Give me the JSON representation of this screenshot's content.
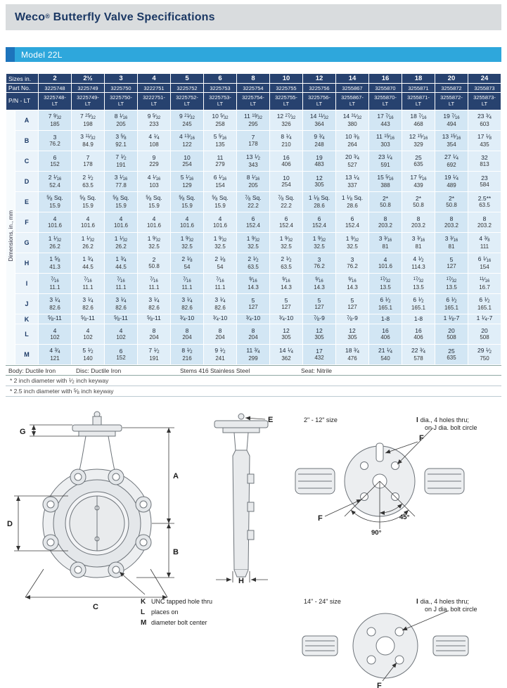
{
  "page": {
    "title_brand": "Weco",
    "title_reg": "®",
    "title_rest": " Butterfly Valve Specifications",
    "model": "Model 22L"
  },
  "table": {
    "left_label": "Dimensions, in., mm",
    "header": {
      "sizes_label": "Sizes in.",
      "part_label": "Part No.",
      "pn_lt_label": "P/N - LT",
      "sizes": [
        "2",
        "2½",
        "3",
        "4",
        "5",
        "6",
        "8",
        "10",
        "12",
        "14",
        "16",
        "18",
        "20",
        "24"
      ],
      "part_numbers": [
        "3225748",
        "3225749",
        "3225750",
        "3222751",
        "3225752",
        "3225753",
        "3225754",
        "3225755",
        "3225756",
        "3255867",
        "3255870",
        "3255871",
        "3255872",
        "3255873"
      ],
      "pn_lt": [
        "3225748-LT",
        "3225749-LT",
        "3225750-LT",
        "3222751-LT",
        "3225752-LT",
        "3225753-LT",
        "3225754-LT",
        "3225755-LT",
        "3225756-LT",
        "3255867-LT",
        "3255870-LT",
        "3255871-LT",
        "3255872-LT",
        "3255873-LT"
      ]
    },
    "rows": [
      {
        "dim": "A",
        "values": [
          [
            "7 9/32",
            "185"
          ],
          [
            "7 25/32",
            "198"
          ],
          [
            "8 1/16",
            "205"
          ],
          [
            "9 5/32",
            "233"
          ],
          [
            "9 21/32",
            "245"
          ],
          [
            "10 5/32",
            "258"
          ],
          [
            "11 19/32",
            "295"
          ],
          [
            "12 27/32",
            "326"
          ],
          [
            "14 11/32",
            "364"
          ],
          [
            "14 31/32",
            "380"
          ],
          [
            "17 7/16",
            "443"
          ],
          [
            "18 7/16",
            "468"
          ],
          [
            "19 7/16",
            "494"
          ],
          [
            "23 3/4",
            "603"
          ]
        ]
      },
      {
        "dim": "B",
        "values": [
          [
            "3",
            "76.2"
          ],
          [
            "3 11/32",
            "84.9"
          ],
          [
            "3 5/8",
            "92.1"
          ],
          [
            "4 1/4",
            "108"
          ],
          [
            "4 13/16",
            "122"
          ],
          [
            "5 5/16",
            "135"
          ],
          [
            "7",
            "178"
          ],
          [
            "8 1/4",
            "210"
          ],
          [
            "9 3/4",
            "248"
          ],
          [
            "10 3/8",
            "264"
          ],
          [
            "11 15/16",
            "303"
          ],
          [
            "12 15/16",
            "329"
          ],
          [
            "13 15/16",
            "354"
          ],
          [
            "17 1/8",
            "435"
          ]
        ]
      },
      {
        "dim": "C",
        "values": [
          [
            "6",
            "152"
          ],
          [
            "7",
            "178"
          ],
          [
            "7 1/2",
            "191"
          ],
          [
            "9",
            "229"
          ],
          [
            "10",
            "254"
          ],
          [
            "11",
            "279"
          ],
          [
            "13 1/2",
            "343"
          ],
          [
            "16",
            "406"
          ],
          [
            "19",
            "483"
          ],
          [
            "20 3/4",
            "527"
          ],
          [
            "23 1/4",
            "591"
          ],
          [
            "25",
            "635"
          ],
          [
            "27 1/4",
            "692"
          ],
          [
            "32",
            "813"
          ]
        ]
      },
      {
        "dim": "D",
        "values": [
          [
            "2 1/16",
            "52.4"
          ],
          [
            "2 1/2",
            "63.5"
          ],
          [
            "3 1/16",
            "77.8"
          ],
          [
            "4 1/16",
            "103"
          ],
          [
            "5 1/16",
            "129"
          ],
          [
            "6 1/16",
            "154"
          ],
          [
            "8 1/16",
            "205"
          ],
          [
            "10",
            "254"
          ],
          [
            "12",
            "305"
          ],
          [
            "13 1/4",
            "337"
          ],
          [
            "15 5/16",
            "388"
          ],
          [
            "17 5/16",
            "439"
          ],
          [
            "19 1/4",
            "489"
          ],
          [
            "23",
            "584"
          ]
        ]
      },
      {
        "dim": "E",
        "values": [
          [
            "5/8 Sq.",
            "15.9"
          ],
          [
            "5/8 Sq.",
            "15.9"
          ],
          [
            "5/8 Sq.",
            "15.9"
          ],
          [
            "5/8 Sq.",
            "15.9"
          ],
          [
            "5/8 Sq.",
            "15.9"
          ],
          [
            "5/8 Sq.",
            "15.9"
          ],
          [
            "7/8 Sq.",
            "22.2"
          ],
          [
            "7/8 Sq.",
            "22.2"
          ],
          [
            "1 1/8 Sq.",
            "28.6"
          ],
          [
            "1 1/8 Sq.",
            "28.6"
          ],
          [
            "2*",
            "50.8"
          ],
          [
            "2*",
            "50.8"
          ],
          [
            "2*",
            "50.8"
          ],
          [
            "2.5**",
            "63.5"
          ]
        ]
      },
      {
        "dim": "F",
        "values": [
          [
            "4",
            "101.6"
          ],
          [
            "4",
            "101.6"
          ],
          [
            "4",
            "101.6"
          ],
          [
            "4",
            "101.6"
          ],
          [
            "4",
            "101.6"
          ],
          [
            "4",
            "101.6"
          ],
          [
            "6",
            "152.4"
          ],
          [
            "6",
            "152.4"
          ],
          [
            "6",
            "152.4"
          ],
          [
            "6",
            "152.4"
          ],
          [
            "8",
            "203.2"
          ],
          [
            "8",
            "203.2"
          ],
          [
            "8",
            "203.2"
          ],
          [
            "8",
            "203.2"
          ]
        ]
      },
      {
        "dim": "G",
        "values": [
          [
            "1 1/32",
            "26.2"
          ],
          [
            "1 1/32",
            "26.2"
          ],
          [
            "1 1/32",
            "26.2"
          ],
          [
            "1 9/32",
            "32.5"
          ],
          [
            "1 9/32",
            "32.5"
          ],
          [
            "1 9/32",
            "32.5"
          ],
          [
            "1 9/32",
            "32.5"
          ],
          [
            "1 9/32",
            "32.5"
          ],
          [
            "1 9/32",
            "32.5"
          ],
          [
            "1 9/32",
            "32.5"
          ],
          [
            "3 3/16",
            "81"
          ],
          [
            "3 3/16",
            "81"
          ],
          [
            "3 3/16",
            "81"
          ],
          [
            "4 3/8",
            "111"
          ]
        ]
      },
      {
        "dim": "H",
        "values": [
          [
            "1 5/8",
            "41.3"
          ],
          [
            "1 3/4",
            "44.5"
          ],
          [
            "1 3/4",
            "44.5"
          ],
          [
            "2",
            "50.8"
          ],
          [
            "2 1/8",
            "54"
          ],
          [
            "2 1/8",
            "54"
          ],
          [
            "2 1/2",
            "63.5"
          ],
          [
            "2 1/2",
            "63.5"
          ],
          [
            "3",
            "76.2"
          ],
          [
            "3",
            "76.2"
          ],
          [
            "4",
            "101.6"
          ],
          [
            "4 1/2",
            "114.3"
          ],
          [
            "5",
            "127"
          ],
          [
            "6 1/16",
            "154"
          ]
        ]
      },
      {
        "dim": "I",
        "values": [
          [
            "7/16",
            "11.1"
          ],
          [
            "7/16",
            "11.1"
          ],
          [
            "7/16",
            "11.1"
          ],
          [
            "7/16",
            "11.1"
          ],
          [
            "7/16",
            "11.1"
          ],
          [
            "7/16",
            "11.1"
          ],
          [
            "9/16",
            "14.3"
          ],
          [
            "9/16",
            "14.3"
          ],
          [
            "9/16",
            "14.3"
          ],
          [
            "9/16",
            "14.3"
          ],
          [
            "17/32",
            "13.5"
          ],
          [
            "17/32",
            "13.5"
          ],
          [
            "17/32",
            "13.5"
          ],
          [
            "11/16",
            "16.7"
          ]
        ]
      },
      {
        "dim": "J",
        "values": [
          [
            "3 1/4",
            "82.6"
          ],
          [
            "3 1/4",
            "82.6"
          ],
          [
            "3 1/4",
            "82.6"
          ],
          [
            "3 1/4",
            "82.6"
          ],
          [
            "3 1/4",
            "82.6"
          ],
          [
            "3 1/4",
            "82.6"
          ],
          [
            "5",
            "127"
          ],
          [
            "5",
            "127"
          ],
          [
            "5",
            "127"
          ],
          [
            "5",
            "127"
          ],
          [
            "6 1/2",
            "165.1"
          ],
          [
            "6 1/2",
            "165.1"
          ],
          [
            "6 1/2",
            "165.1"
          ],
          [
            "6 1/2",
            "165.1"
          ]
        ]
      },
      {
        "dim": "K",
        "values": [
          [
            "5/8-11",
            ""
          ],
          [
            "5/8-11",
            ""
          ],
          [
            "5/8-11",
            ""
          ],
          [
            "5/8-11",
            ""
          ],
          [
            "3/4-10",
            ""
          ],
          [
            "3/4-10",
            ""
          ],
          [
            "3/4-10",
            ""
          ],
          [
            "3/4-10",
            ""
          ],
          [
            "7/8-9",
            ""
          ],
          [
            "7/8-9",
            ""
          ],
          [
            "1-8",
            ""
          ],
          [
            "1-8",
            ""
          ],
          [
            "1 1/8-7",
            ""
          ],
          [
            "1 1/4-7",
            ""
          ]
        ]
      },
      {
        "dim": "L",
        "values": [
          [
            "4",
            "102"
          ],
          [
            "4",
            "102"
          ],
          [
            "4",
            "102"
          ],
          [
            "8",
            "204"
          ],
          [
            "8",
            "204"
          ],
          [
            "8",
            "204"
          ],
          [
            "8",
            "204"
          ],
          [
            "12",
            "305"
          ],
          [
            "12",
            "305"
          ],
          [
            "12",
            "305"
          ],
          [
            "16",
            "406"
          ],
          [
            "16",
            "406"
          ],
          [
            "20",
            "508"
          ],
          [
            "20",
            "508"
          ]
        ]
      },
      {
        "dim": "M",
        "values": [
          [
            "4 3/4",
            "121"
          ],
          [
            "5 1/2",
            "140"
          ],
          [
            "6",
            "152"
          ],
          [
            "7 1/2",
            "191"
          ],
          [
            "8 1/2",
            "216"
          ],
          [
            "9 1/2",
            "241"
          ],
          [
            "11 3/4",
            "299"
          ],
          [
            "14 1/4",
            "362"
          ],
          [
            "17",
            "432"
          ],
          [
            "18 3/4",
            "476"
          ],
          [
            "21 1/4",
            "540"
          ],
          [
            "22 3/4",
            "578"
          ],
          [
            "25",
            "635"
          ],
          [
            "29 1/2",
            "750"
          ]
        ]
      }
    ],
    "materials": [
      "Body: Ductile Iron",
      "Disc: Ductile Iron",
      "Stems 416 Stainless Steel",
      "Seat: Nitrile"
    ],
    "notes": [
      "*  2 inch diameter with 1/2 inch keyway",
      "*  2.5 inch diameter with 5/8 inch keyway"
    ]
  },
  "drawings": {
    "front": {
      "A": "A",
      "B": "B",
      "C": "C",
      "D": "D",
      "G": "G",
      "callouts": [
        {
          "letter": "K",
          "text": "UNC tapped hole thru"
        },
        {
          "letter": "L",
          "text": "places on"
        },
        {
          "letter": "M",
          "text": "diameter bolt center"
        }
      ]
    },
    "side": {
      "E": "E",
      "H": "H"
    },
    "small": {
      "caption": "2\" - 12\" size",
      "note_letter": "I",
      "note_line1": "dia., 4 holes thru;",
      "note_line2": "on J dia. bolt circle",
      "F": "F",
      "angle45": "45°",
      "angle90": "90°"
    },
    "large": {
      "caption": "14\" - 24\" size",
      "note_letter": "I",
      "note_line1": "dia., 4 holes thru;",
      "note_line2": "on J dia. bolt circle",
      "F": "F"
    }
  }
}
